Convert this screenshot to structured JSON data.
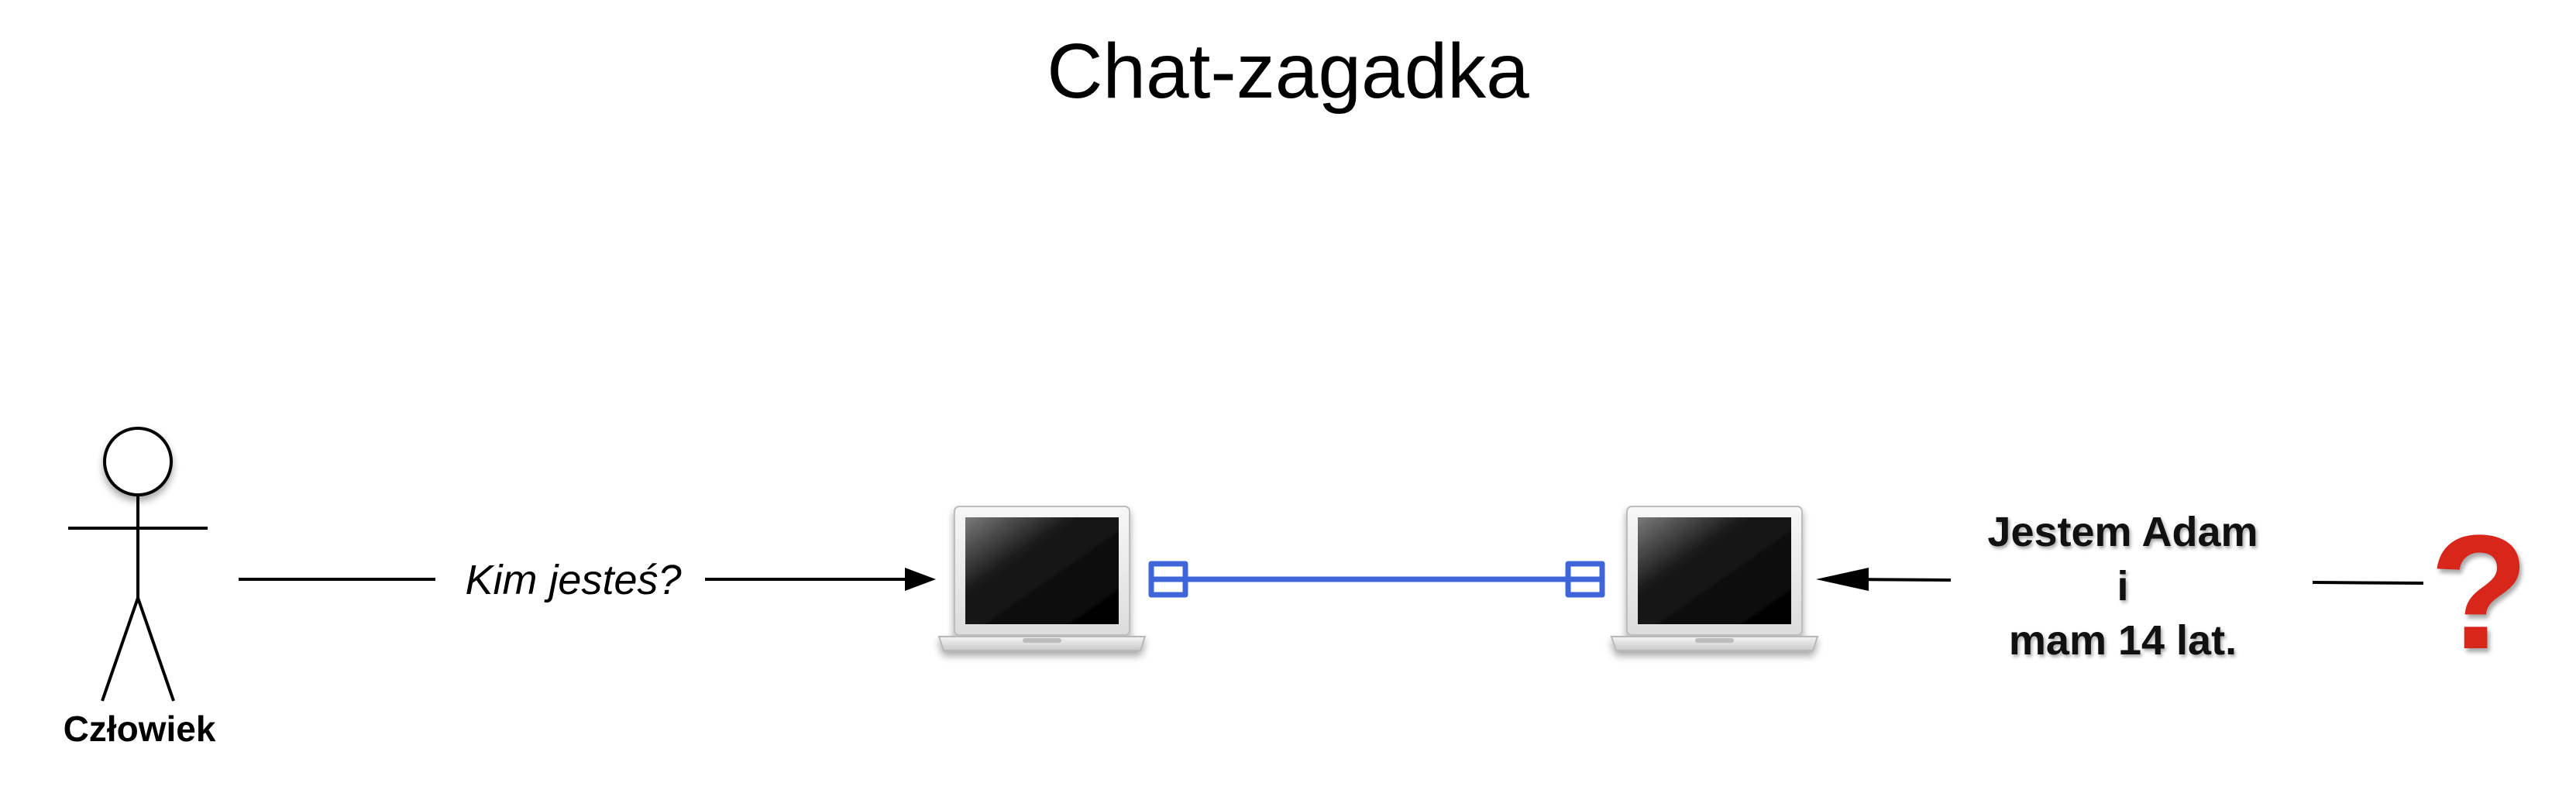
{
  "title": "Chat-zagadka",
  "actor": {
    "label": "Człowiek"
  },
  "message": {
    "text": "Kim jesteś?"
  },
  "reply": {
    "lines": [
      "Jestem Adam",
      "i",
      "mam 14 lat."
    ]
  },
  "unknown": {
    "symbol": "?"
  },
  "colors": {
    "link": "#3f66d9",
    "question": "#d8261b",
    "ink": "#000000"
  },
  "icons": {
    "actor": "stick-figure-icon",
    "left_computer": "laptop-icon",
    "right_computer": "laptop-icon",
    "connection": "network-link-icon",
    "unknown": "question-mark-icon"
  }
}
